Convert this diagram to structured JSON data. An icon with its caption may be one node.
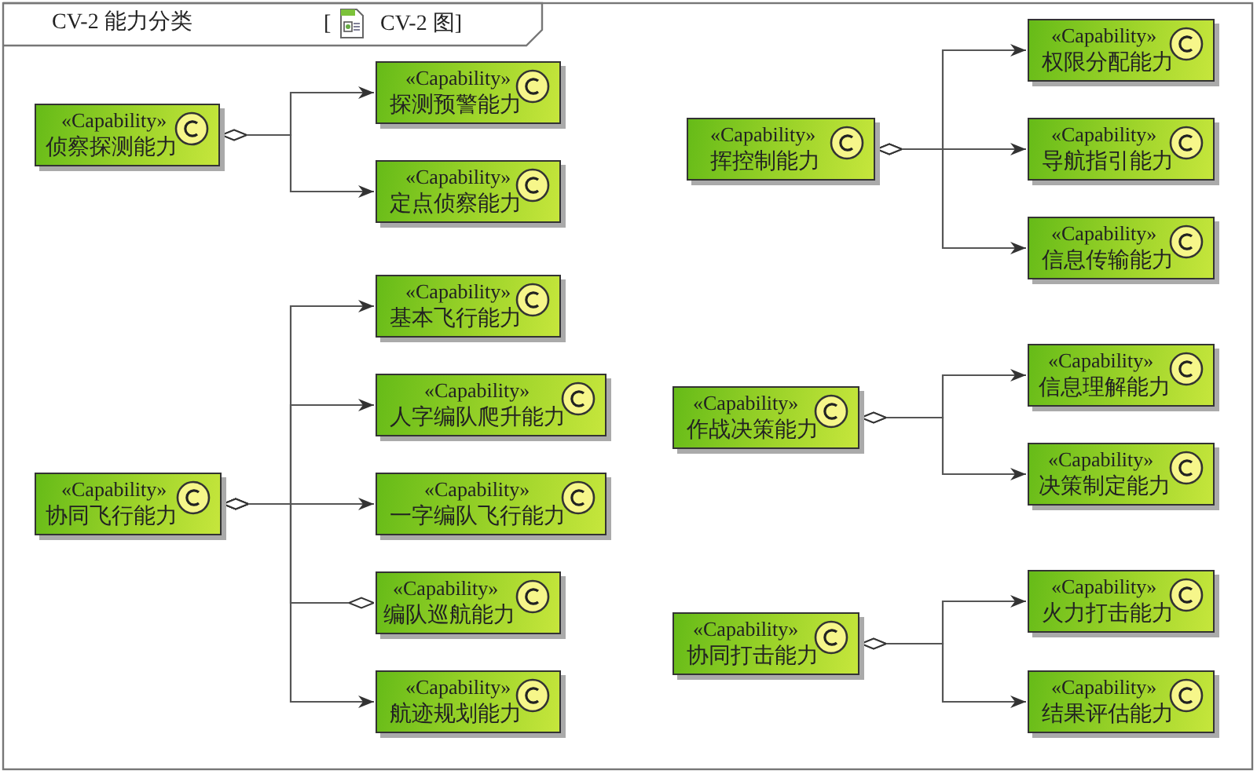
{
  "diagram": {
    "title": "CV-2 能力分类",
    "nodes": [
      {
        "text": [
          "«Capability»",
          "侦察探测能力"
        ]
      },
      {
        "text": [
          "«Capability»",
          "探测预警能力"
        ]
      },
      {
        "text": [
          "«Capability»",
          "定点侦察能力"
        ]
      },
      {
        "text": [
          "«Capability»",
          "协同飞行能力"
        ]
      },
      {
        "text": [
          "«Capability»",
          "基本飞行能力"
        ]
      },
      {
        "text": [
          "«Capability»",
          "人字编队爬升能力"
        ]
      },
      {
        "text": [
          "«Capability»",
          "一字编队飞行能力"
        ]
      },
      {
        "text": [
          "«Capability»",
          "编队巡航能力"
        ]
      },
      {
        "text": [
          "«Capability»",
          "航迹规划能力"
        ]
      },
      {
        "text": [
          "«Capability»",
          "挥控制能力"
        ]
      },
      {
        "text": [
          "«Capability»",
          "权限分配能力"
        ]
      },
      {
        "text": [
          "«Capability»",
          "导航指引能力"
        ]
      },
      {
        "text": [
          "«Capability»",
          "信息传输能力"
        ]
      },
      {
        "text": [
          "«Capability»",
          "作战决策能力"
        ]
      },
      {
        "text": [
          "«Capability»",
          "信息理解能力"
        ]
      },
      {
        "text": [
          "«Capability»",
          "决策制定能力"
        ]
      },
      {
        "text": [
          "«Capability»",
          "协同打击能力"
        ]
      },
      {
        "text": [
          "«Capability»",
          "火力打击能力"
        ]
      },
      {
        "text": [
          "«Capability»",
          "结果评估能力"
        ]
      }
    ],
    "edges": [
      {
        "from": 0,
        "to": 1,
        "arrow": "to"
      },
      {
        "from": 0,
        "to": 2,
        "arrow": "to"
      },
      {
        "from": 3,
        "to": 4,
        "arrow": "to"
      },
      {
        "from": 3,
        "to": 5,
        "arrow": "to"
      },
      {
        "from": 3,
        "to": 6,
        "arrow": "to"
      },
      {
        "from": 3,
        "to": 7,
        "arrow": "other"
      },
      {
        "from": 3,
        "to": 8,
        "arrow": "to"
      },
      {
        "from": 9,
        "to": 10,
        "arrow": "to"
      },
      {
        "from": 9,
        "to": 11,
        "arrow": "to"
      },
      {
        "from": 9,
        "to": 12,
        "arrow": "to"
      },
      {
        "from": 13,
        "to": 14,
        "arrow": "to"
      },
      {
        "from": 13,
        "to": 15,
        "arrow": "to"
      },
      {
        "from": 16,
        "to": 17,
        "arrow": "to"
      },
      {
        "from": 16,
        "to": 18,
        "arrow": "to"
      }
    ],
    "labels": [
      "[",
      "CV-2 图]"
    ]
  }
}
